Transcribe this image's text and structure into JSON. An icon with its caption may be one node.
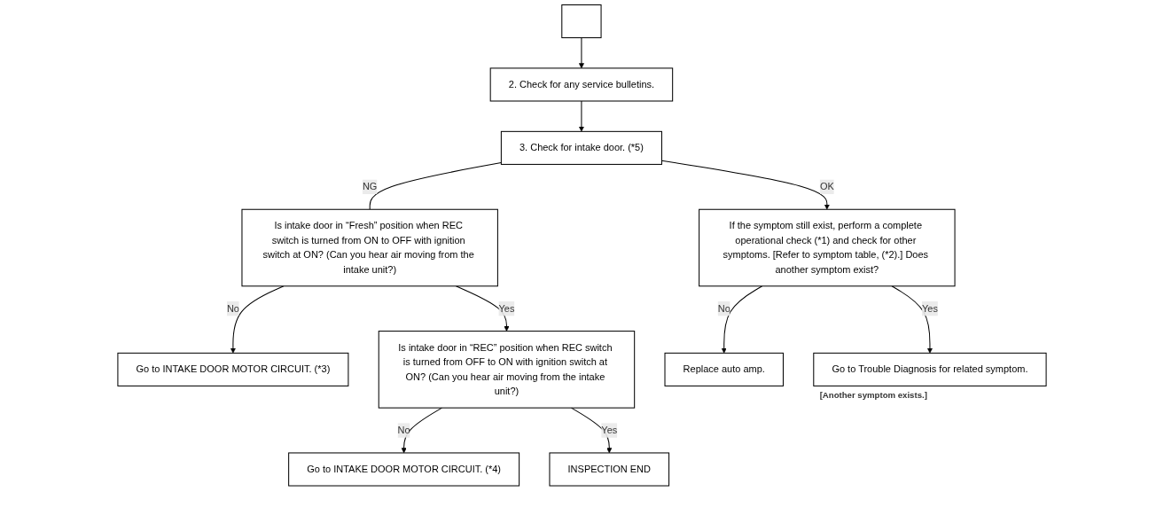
{
  "diagram": {
    "nodes": [
      {
        "text": [],
        "shape": "box"
      },
      {
        "text": [
          "2. Check for any service bulletins."
        ]
      },
      {
        "text": [
          "3. Check for intake door. (*5)"
        ]
      },
      {
        "text": [
          "Is intake door in “Fresh” position when REC switch is turned from ON to OFF with ignition switch at ON? (Can you hear air moving from the intake unit?)"
        ]
      },
      {
        "text": [
          "Go to INTAKE DOOR MOTOR CIRCUIT. (*3)"
        ]
      },
      {
        "text": [
          "If the symptom still exist, perform a complete operational check (*1) and check for other symptoms. [Refer to symptom table, (*2).] Does another symptom exist?"
        ]
      },
      {
        "text": [
          "Is intake door in “REC” position when REC switch is turned from OFF to ON with ignition switch at ON? (Can you hear air moving from the intake unit?)"
        ]
      },
      {
        "text": [
          "Go to INTAKE DOOR MOTOR CIRCUIT. (*4)"
        ]
      },
      {
        "text": [
          "INSPECTION END"
        ]
      },
      {
        "text": [
          "Replace auto amp."
        ]
      },
      {
        "text": [
          "Go to Trouble Diagnosis for related symptom."
        ],
        "beside": [
          "[Another symptom exists.]"
        ]
      }
    ],
    "edges": [
      {
        "from": 0,
        "to": 1,
        "arrow": "to"
      },
      {
        "from": 1,
        "to": 2,
        "arrow": "to"
      },
      {
        "from": 2,
        "to": 3,
        "arrow": "none",
        "label": "NG"
      },
      {
        "from": 3,
        "to": 4,
        "arrow": "to",
        "label": "No"
      },
      {
        "from": 2,
        "to": 5,
        "arrow": "to",
        "label": "OK"
      },
      {
        "from": 3,
        "to": 6,
        "arrow": "to",
        "label": "Yes"
      },
      {
        "from": 6,
        "to": 7,
        "arrow": "to",
        "label": "No"
      },
      {
        "from": 6,
        "to": 8,
        "arrow": "to",
        "label": "Yes"
      },
      {
        "from": 5,
        "to": 9,
        "arrow": "to",
        "label": "No"
      },
      {
        "from": 5,
        "to": 10,
        "arrow": "to",
        "label": "Yes"
      }
    ]
  }
}
